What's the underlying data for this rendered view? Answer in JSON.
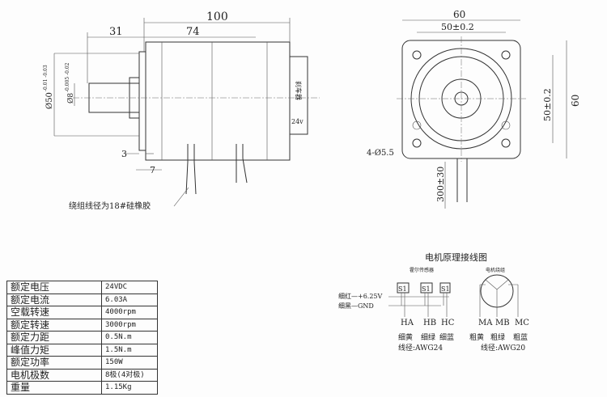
{
  "side_view": {
    "dim_total": "100",
    "dim_shaft": "31",
    "dim_body": "74",
    "dim_flange": "3",
    "dim_boss": "7",
    "dia_flange": "Ø50",
    "dia_flange_tol": "-0.01 -0.03",
    "dia_shaft": "Ø8",
    "dia_shaft_tol": "-0.005 -0.02",
    "brake_label": "刹车器",
    "brake_voltage": "24v",
    "wire_note": "绕组线径为18#硅橡胶"
  },
  "front_view": {
    "dim_width": "60",
    "dim_hole_spacing_h": "50±0.2",
    "dim_hole_spacing_v": "50±0.2",
    "dim_height": "60",
    "holes": "4-Ø5.5",
    "cable_length": "300±30"
  },
  "spec_table": [
    {
      "label": "额定电压",
      "value": "24VDC"
    },
    {
      "label": "额定电流",
      "value": "6.03A"
    },
    {
      "label": "空载转速",
      "value": "4000rpm"
    },
    {
      "label": "额定转速",
      "value": "3000rpm"
    },
    {
      "label": "额定力距",
      "value": "0.5N.m"
    },
    {
      "label": "峰值力矩",
      "value": "1.5N.m"
    },
    {
      "label": "额定功率",
      "value": "150W"
    },
    {
      "label": "电机极数",
      "value": "8极(4对极)"
    },
    {
      "label": "重量",
      "value": "1.15Kg"
    }
  ],
  "wiring": {
    "title": "电机原理接线图",
    "hall_title": "霍尔传感器",
    "motor_title": "电机绕组",
    "sensor_label": "S1",
    "vcc": "细红—+6.25V",
    "gnd": "细黑—GND",
    "hall": [
      {
        "name": "HA",
        "color": "细黄"
      },
      {
        "name": "HB",
        "color": "细绿"
      },
      {
        "name": "HC",
        "color": "细蓝"
      }
    ],
    "hall_gauge": "线径:AWG24",
    "phases": [
      {
        "name": "MA",
        "color": "粗黄"
      },
      {
        "name": "MB",
        "color": "粗绿"
      },
      {
        "name": "MC",
        "color": "粗蓝"
      }
    ],
    "phase_gauge": "线径:AWG20"
  }
}
